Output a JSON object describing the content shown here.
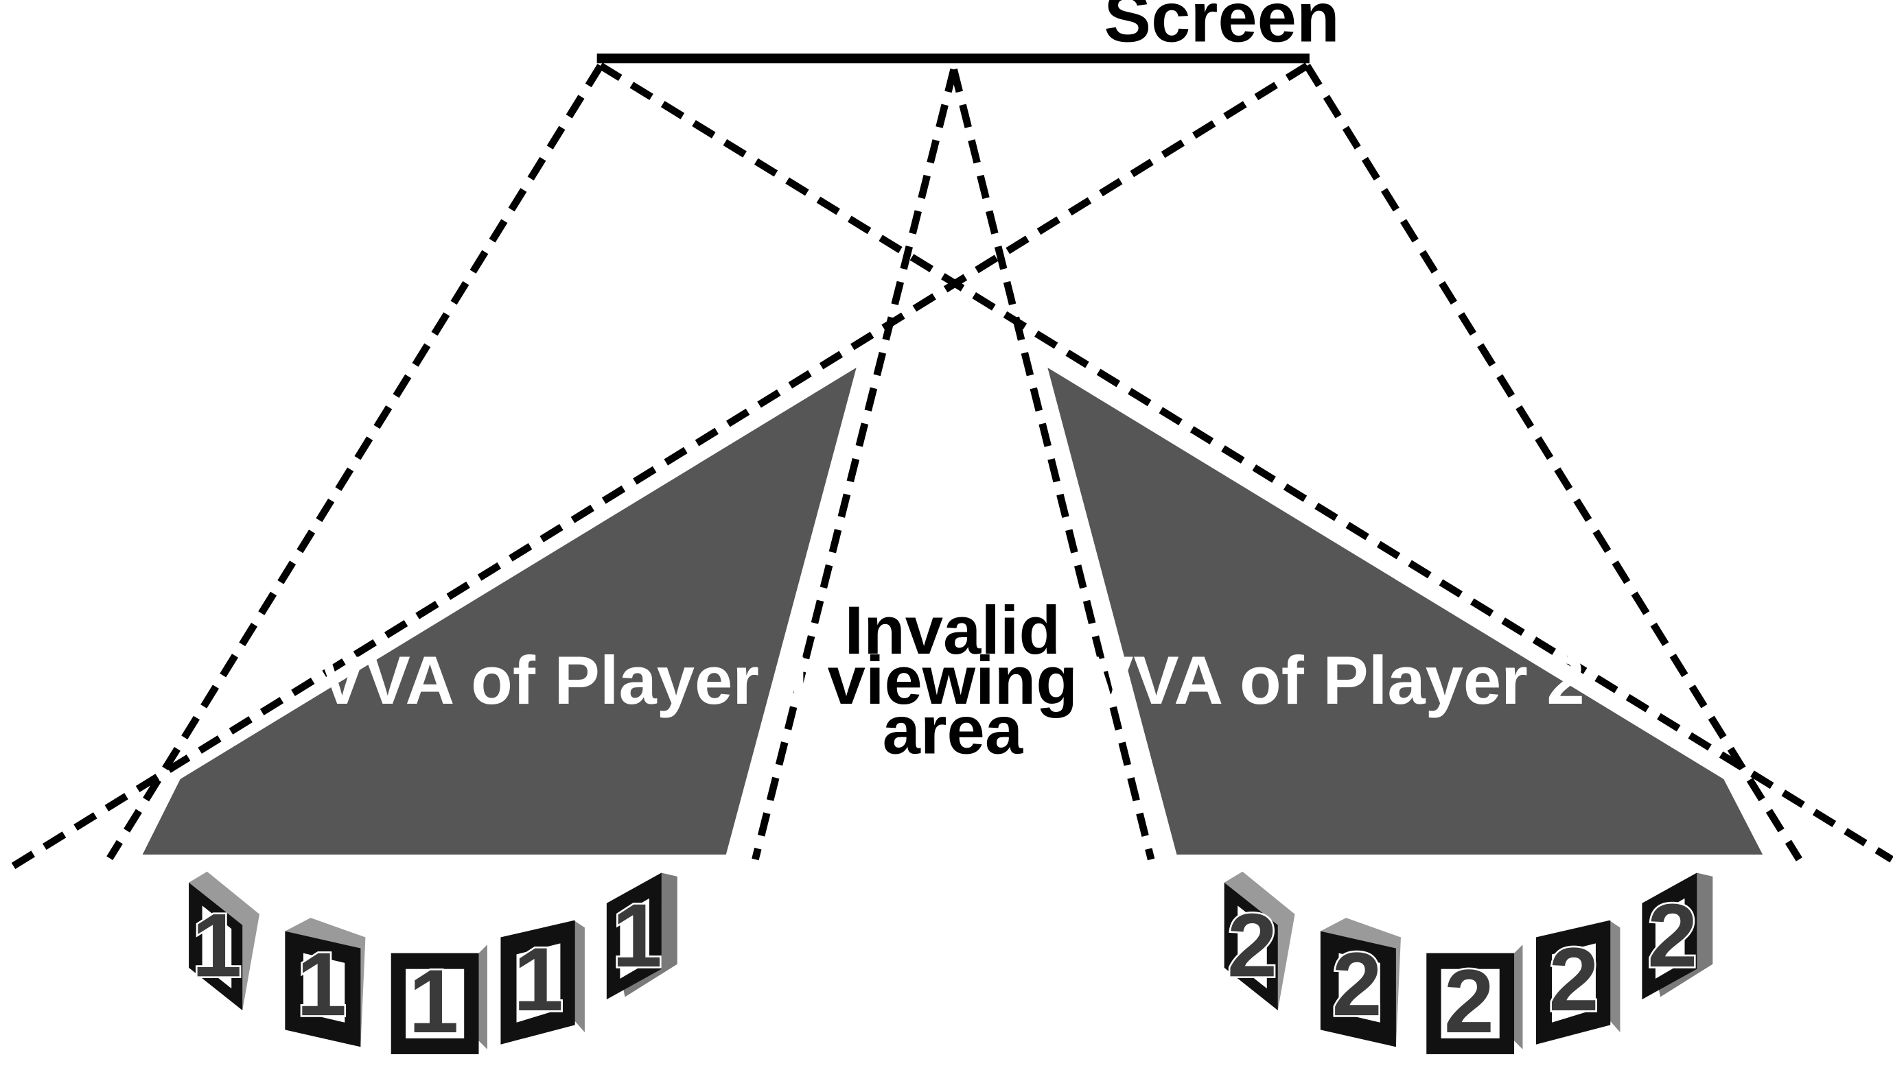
{
  "screen_label": "Screen",
  "region_1_label": "VVA of Player 1",
  "region_2_label": "VVA of Player 2",
  "invalid_area_label": [
    "Invalid",
    "viewing",
    "area"
  ],
  "player_1_marker": "1",
  "player_2_marker": "2",
  "colors": {
    "region_fill": "#565656",
    "line": "#000000",
    "frame": "#111111",
    "background": "#ffffff"
  }
}
